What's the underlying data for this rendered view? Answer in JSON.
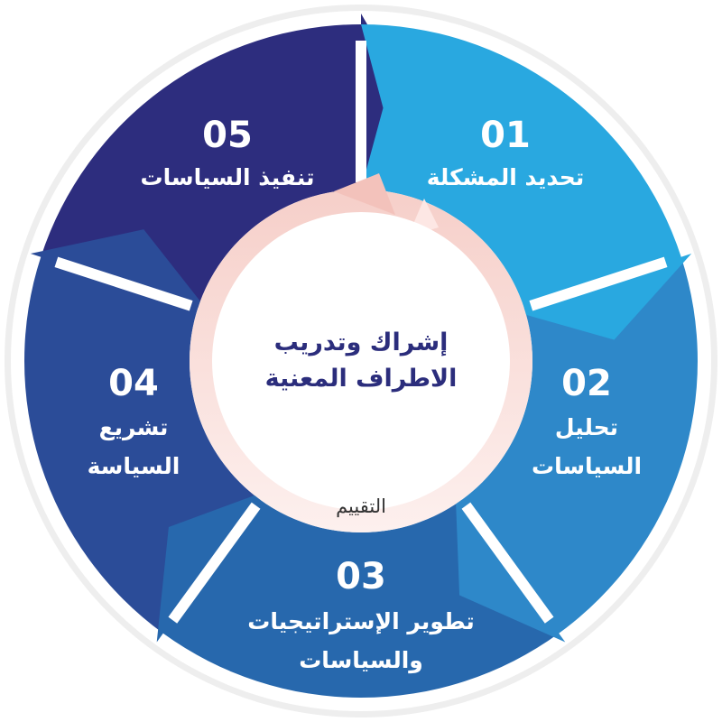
{
  "center": {
    "lines": [
      "إشراك وتدريب",
      "الاطراف المعنية"
    ]
  },
  "evaluation_label": "التقييم",
  "steps": [
    {
      "number": "01",
      "lines": [
        "تحديد المشكلة"
      ],
      "color": "#29a8e0"
    },
    {
      "number": "02",
      "lines": [
        "تحليل",
        "السياسات"
      ],
      "color": "#2e88c9"
    },
    {
      "number": "03",
      "lines": [
        "تطوير الإستراتيجيات",
        "والسياسات"
      ],
      "color": "#2768ad"
    },
    {
      "number": "04",
      "lines": [
        "تشريع",
        "السياسة"
      ],
      "color": "#2b4c98"
    },
    {
      "number": "05",
      "lines": [
        "تنفيذ السياسات"
      ],
      "color": "#2d2d7e"
    }
  ],
  "colors": {
    "outer_ring": "#eeeeee",
    "center_ring_light": "#fde7e4",
    "center_ring_dark": "#f6cfc9",
    "center_fill": "#ffffff",
    "center_text": "#2b2d7c",
    "evaluation_text": "#333333"
  }
}
